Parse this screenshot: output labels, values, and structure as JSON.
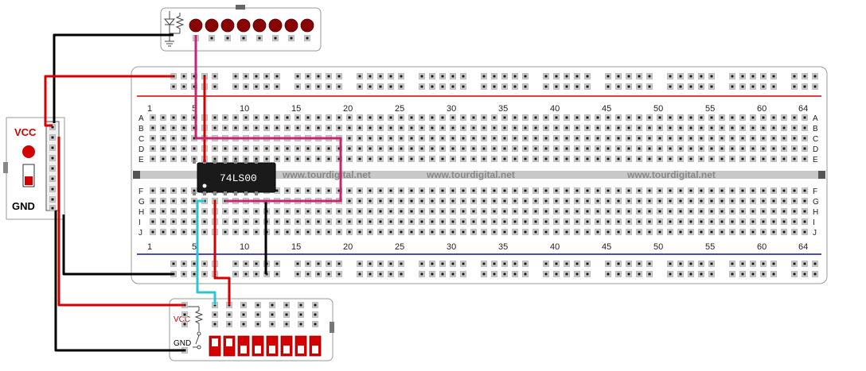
{
  "colors": {
    "red_wire": "#d40000",
    "black_wire": "#000000",
    "magenta_wire": "#c8246f",
    "cyan_wire": "#2fc3d6",
    "rail_red_line": "#d40000",
    "rail_blue_line": "#1010a0",
    "led_color": "#8b0000",
    "divider": "#c8c8c8",
    "chip_body": "#1a1a1a"
  },
  "breadboard": {
    "column_labels": [
      "1",
      "5",
      "10",
      "15",
      "20",
      "25",
      "30",
      "35",
      "40",
      "45",
      "50",
      "55",
      "60",
      "64"
    ],
    "rows_top": [
      "A",
      "B",
      "C",
      "D",
      "E"
    ],
    "rows_bottom": [
      "F",
      "G",
      "H",
      "I",
      "J"
    ],
    "watermarks": [
      "www.tourdigital.net",
      "www.tourdigital.net",
      "www.tourdigital.net"
    ]
  },
  "chip": {
    "label": "74LS00"
  },
  "power_supply": {
    "vcc_label": "VCC",
    "gnd_label": "GND"
  },
  "switch_board": {
    "vcc_label": "VCC",
    "gnd_label": "GND"
  },
  "led_board": {
    "led_count": 8
  }
}
